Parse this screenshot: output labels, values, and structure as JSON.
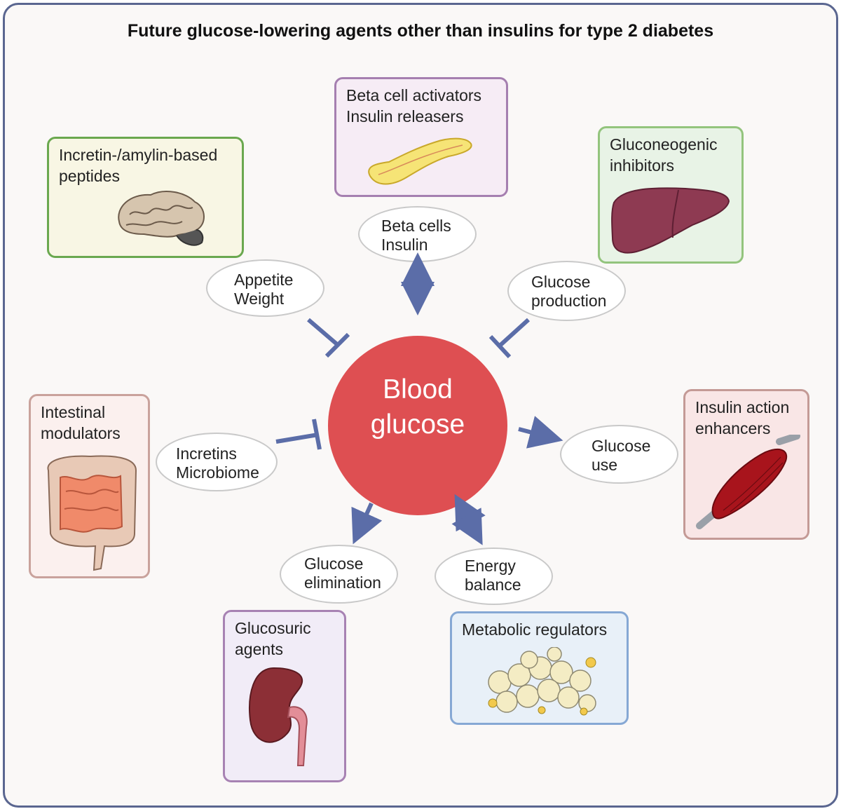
{
  "title": "Future glucose-lowering agents other than insulins for type 2 diabetes",
  "center": {
    "label": "Blood\nglucose"
  },
  "boxes": {
    "incretin": {
      "label": "Incretin-/amylin-based\npeptides",
      "icon": "brain-icon",
      "border": "#6aa84f",
      "bg": "#f8f6e4"
    },
    "beta": {
      "label": "Beta cell activators\nInsulin releasers",
      "icon": "pancreas-icon",
      "border": "#a57fb0",
      "bg": "#f6ecf5"
    },
    "gluconeogenic": {
      "label": "Gluconeogenic\ninhibitors",
      "icon": "liver-icon",
      "border": "#93c47d",
      "bg": "#e8f3e6"
    },
    "intestinal": {
      "label": "Intestinal\nmodulators",
      "icon": "intestine-icon",
      "border": "#c9a29c",
      "bg": "#fbf0ee"
    },
    "insulin_action": {
      "label": "Insulin action\nenhancers",
      "icon": "muscle-icon",
      "border": "#c49a96",
      "bg": "#f9e6e6"
    },
    "glucosuric": {
      "label": "Glucosuric\nagents",
      "icon": "kidney-icon",
      "border": "#a782b3",
      "bg": "#f1ecf7"
    },
    "metabolic": {
      "label": "Metabolic regulators",
      "icon": "adipocytes-icon",
      "border": "#86a8d4",
      "bg": "#e8f0f8"
    }
  },
  "ovals": {
    "appetite": "Appetite\nWeight",
    "betacells": "Beta cells\nInsulin",
    "glucose_production": "Glucose\nproduction",
    "incretins": "Incretins\nMicrobiome",
    "glucose_use": "Glucose\nuse",
    "glucose_elimination": "Glucose\nelimination",
    "energy_balance": "Energy\nbalance"
  },
  "colors": {
    "arrow": "#5b6da8",
    "center": "#de4f52",
    "frame": "#5a6690"
  }
}
